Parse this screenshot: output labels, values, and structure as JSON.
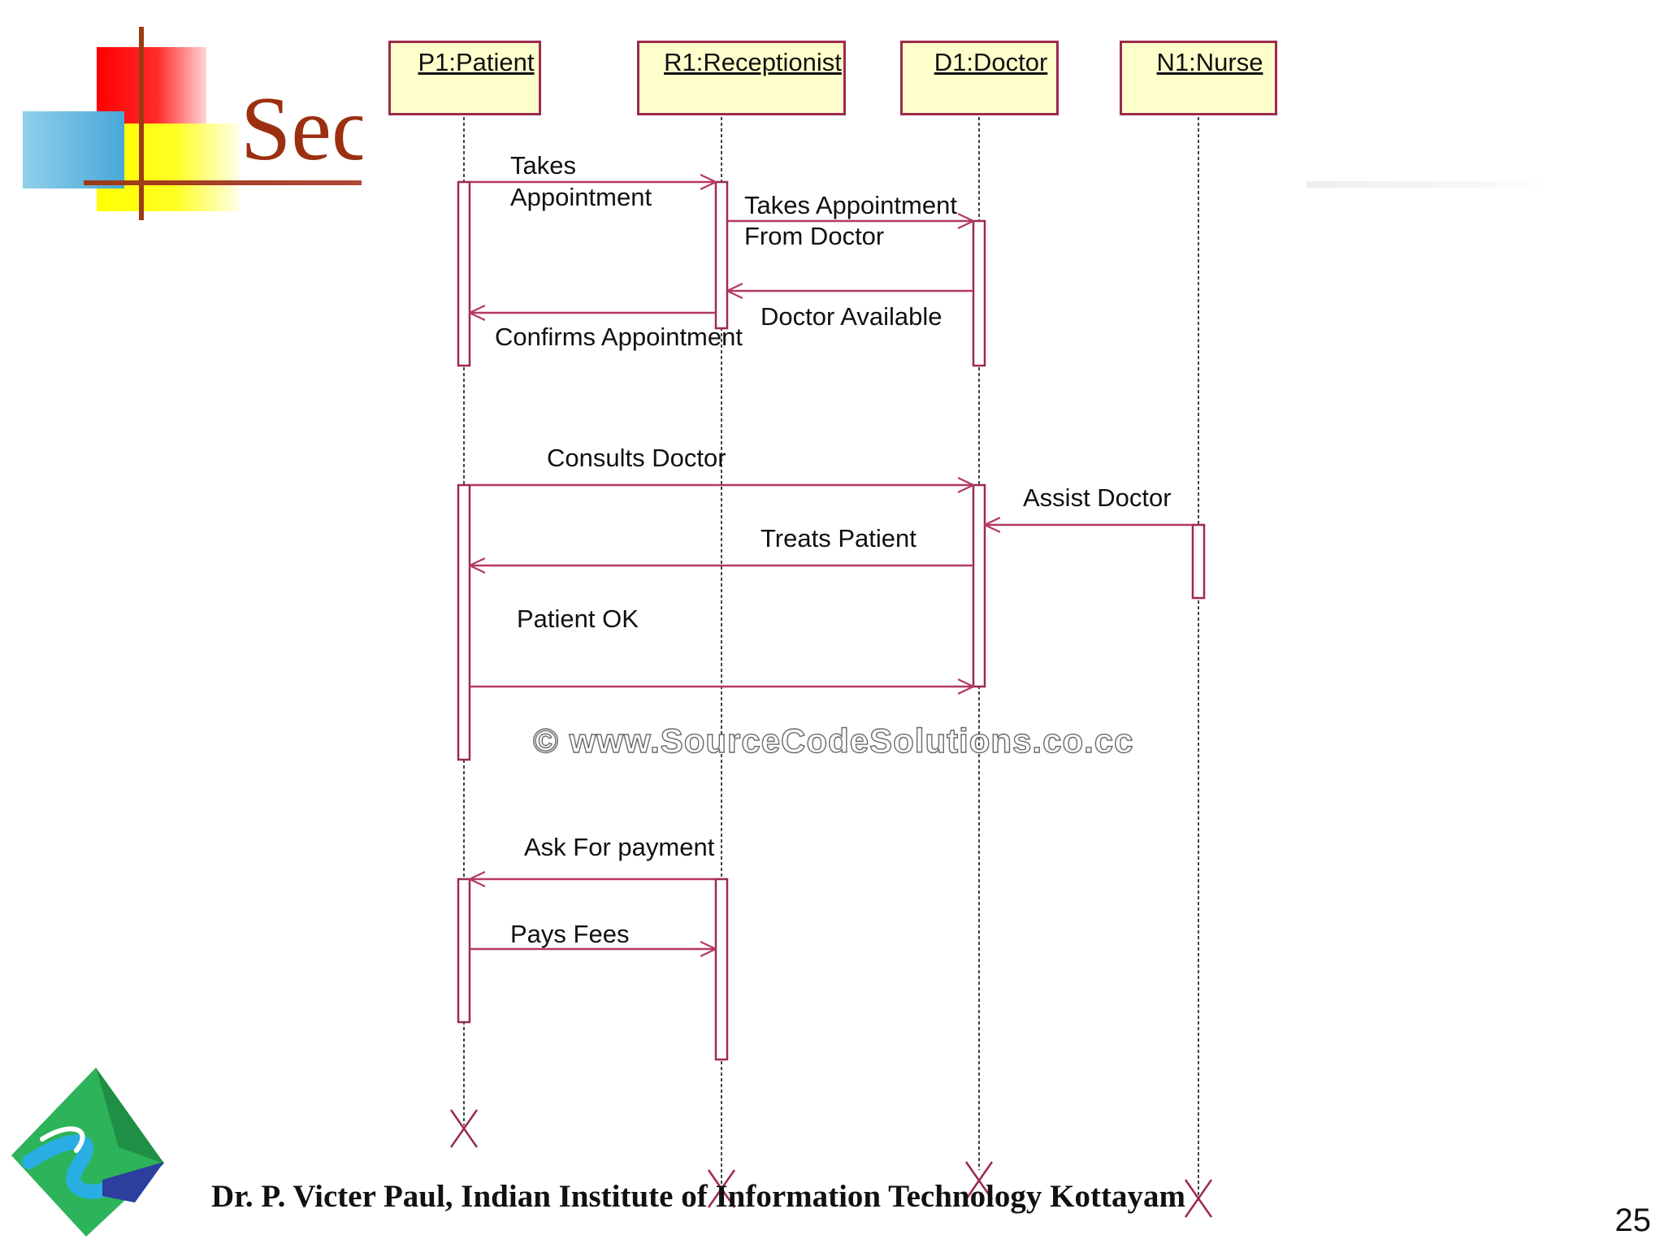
{
  "slide": {
    "title": "Sec",
    "page_number": "25",
    "footer": "Dr. P. Victer Paul, Indian Institute of Information Technology Kottayam"
  },
  "diagram": {
    "lifelines": [
      {
        "name": "P1:Patient"
      },
      {
        "name": "R1:Receptionist"
      },
      {
        "name": "D1:Doctor"
      },
      {
        "name": "N1:Nurse"
      }
    ],
    "messages": {
      "takes_appointment_1": "Takes",
      "takes_appointment_2": "Appointment",
      "from_doctor_1": "Takes Appointment",
      "from_doctor_2": "From Doctor",
      "doctor_available": "Doctor Available",
      "confirms_appointment": "Confirms Appointment",
      "consults_doctor": "Consults Doctor",
      "assist_doctor": "Assist Doctor",
      "treats_patient": "Treats Patient",
      "patient_ok": "Patient OK",
      "ask_for_payment": "Ask For payment",
      "pays_fees": "Pays Fees"
    },
    "watermark": "© www.SourceCodeSolutions.co.cc"
  },
  "colors": {
    "lifeline_border": "#9d2a4d",
    "lifeline_fill": "#ffffcc",
    "message": "#b5395f",
    "title": "#9b2f10"
  }
}
